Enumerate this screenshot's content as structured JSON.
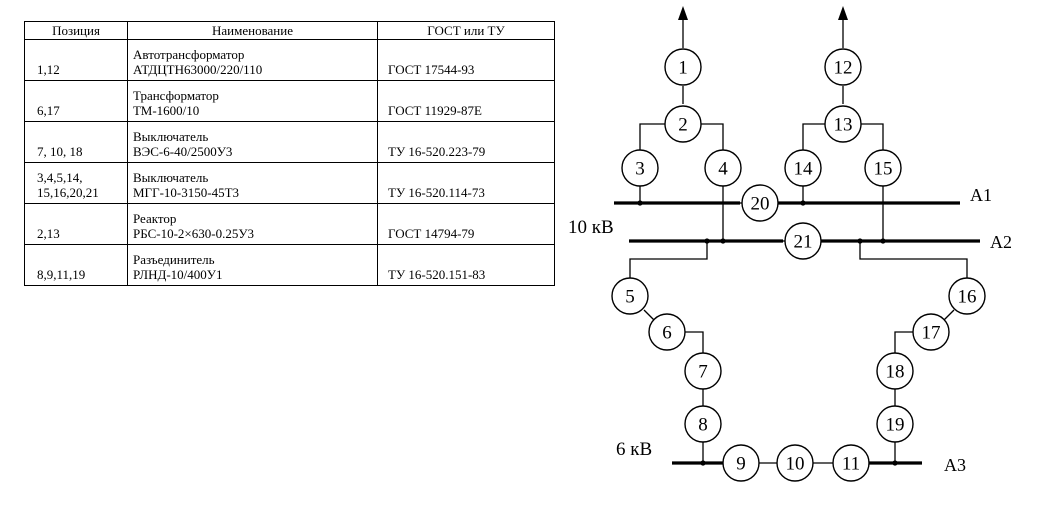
{
  "table": {
    "headers": [
      "Позиция",
      "Наименование",
      "ГОСТ или ТУ"
    ],
    "rows": [
      {
        "position": [
          "1,12"
        ],
        "name": [
          "Автотрансформатор",
          "АТДЦТН63000/220/110"
        ],
        "standard": "ГОСТ 17544-93"
      },
      {
        "position": [
          "6,17"
        ],
        "name": [
          "Трансформатор",
          "ТМ-1600/10"
        ],
        "standard": "ГОСТ 11929-87Е"
      },
      {
        "position": [
          "7, 10, 18"
        ],
        "name": [
          "Выключатель",
          "ВЭС-6-40/2500У3"
        ],
        "standard": "ТУ 16-520.223-79"
      },
      {
        "position": [
          "3,4,5,14,",
          "15,16,20,21"
        ],
        "name": [
          "Выключатель",
          "МГГ-10-3150-45Т3"
        ],
        "standard": "ТУ 16-520.114-73"
      },
      {
        "position": [
          "2,13"
        ],
        "name": [
          "Реактор",
          "РБС-10-2×630-0.25У3"
        ],
        "standard": "ГОСТ 14794-79"
      },
      {
        "position": [
          "8,9,11,19"
        ],
        "name": [
          "Разъединитель",
          "РЛНД-10/400У1"
        ],
        "standard": "ТУ 16-520.151-83"
      }
    ]
  },
  "diagram": {
    "bus_labels": {
      "a1": "А1",
      "a2": "А2",
      "a3": "А3"
    },
    "voltage_labels": {
      "kv10": "10 кВ",
      "kv6": "6 кВ"
    },
    "nodes": [
      "1",
      "2",
      "3",
      "4",
      "5",
      "6",
      "7",
      "8",
      "9",
      "10",
      "11",
      "12",
      "13",
      "14",
      "15",
      "16",
      "17",
      "18",
      "19",
      "20",
      "21"
    ]
  }
}
